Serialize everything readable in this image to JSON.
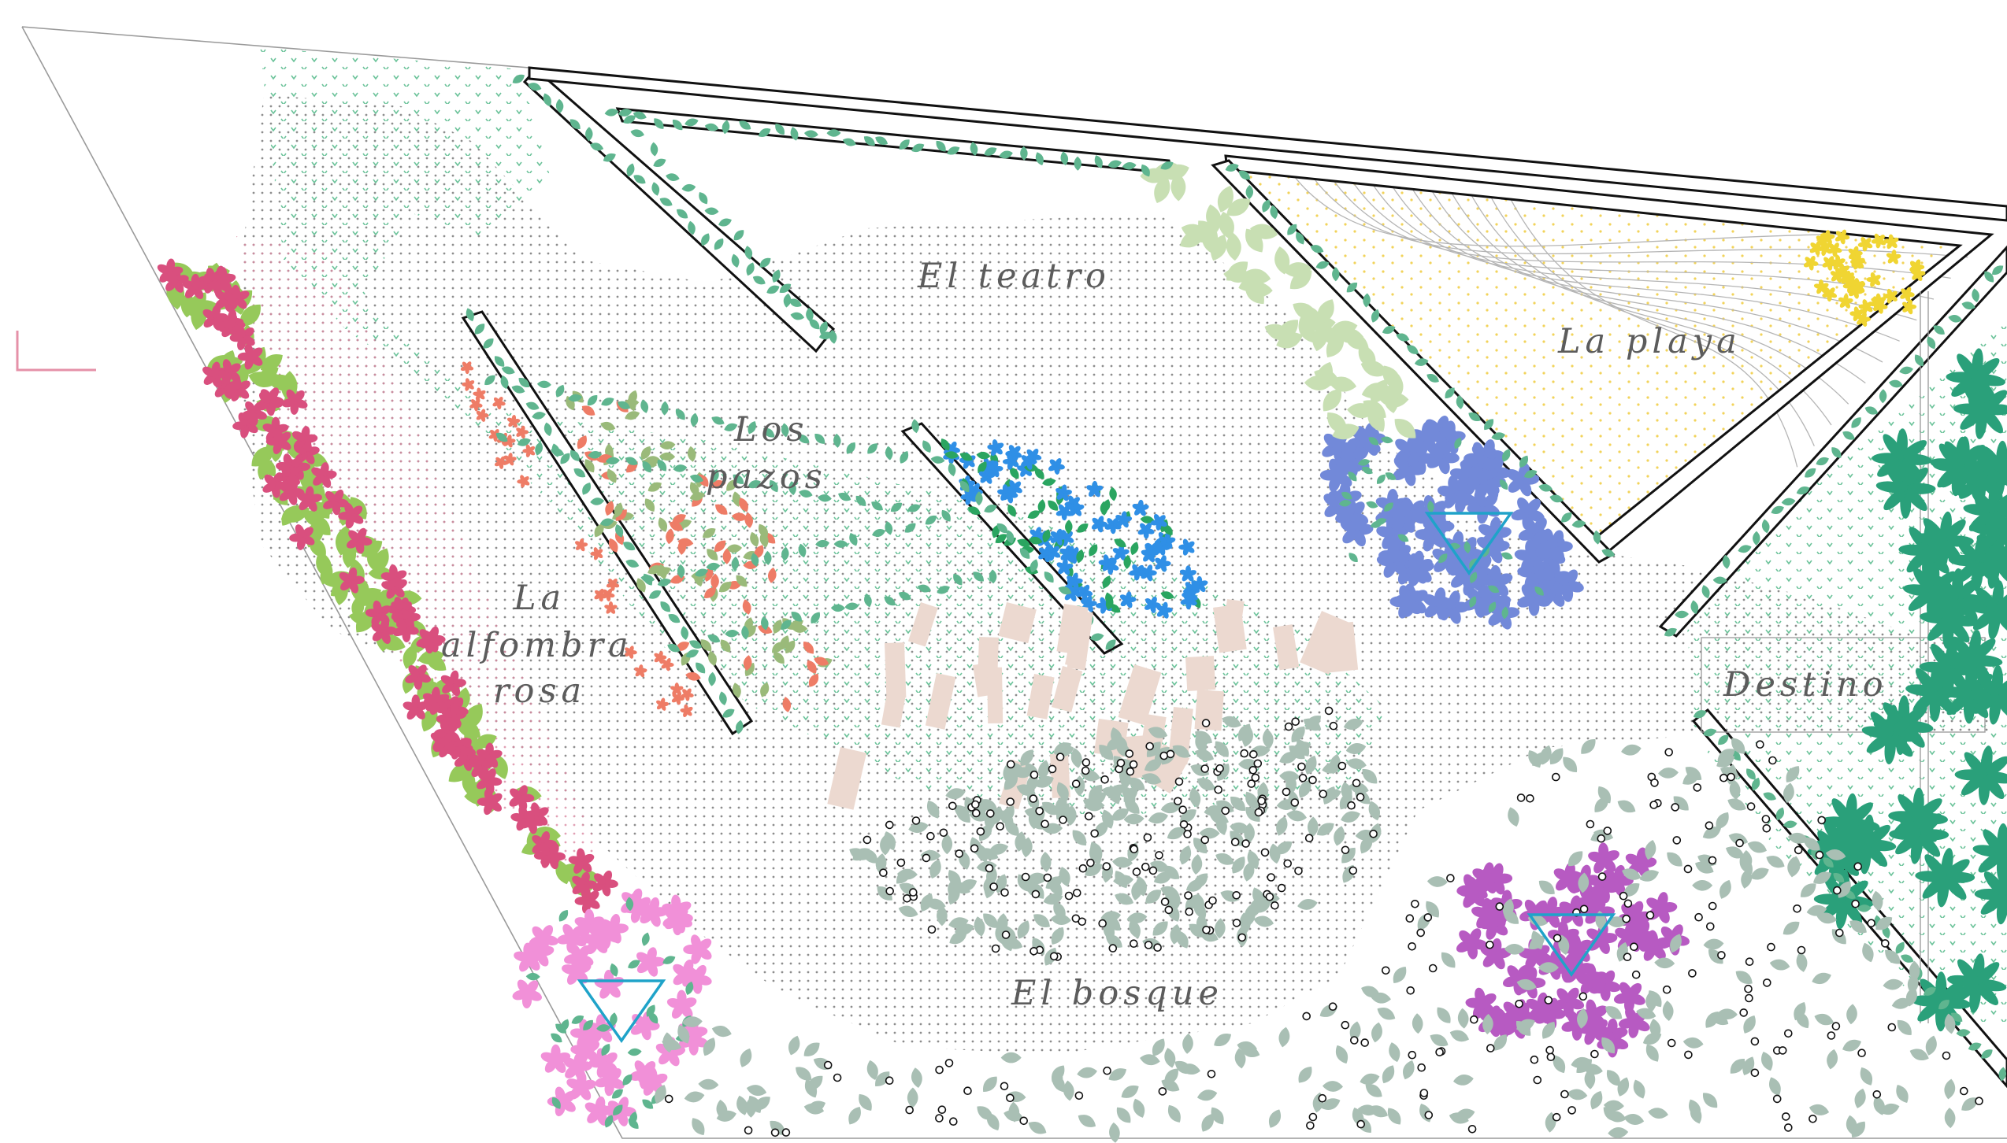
{
  "labels": {
    "teatro": "El teatro",
    "playa": "La playa",
    "pazos_1": "Los",
    "pazos_2": "pazos",
    "alfombra_1": "La",
    "alfombra_2": "alfombra",
    "alfombra_3": "rosa",
    "destino": "Destino",
    "bosque": "El bosque"
  },
  "icons": {
    "corner_mark": "corner-bracket-icon",
    "water_point": "inverted-triangle-icon"
  },
  "colors": {
    "label_text": "#5c5c5c",
    "pink_carpet_plants": "#d94f7e",
    "green_carpet_plants": "#96c95a",
    "mint_hedge": "#5fb58f",
    "salmon_bed": "#ee7c66",
    "sage_bed": "#9aba7a",
    "blue_bed": "#2f8fe6",
    "periwinkle_bed": "#7289d9",
    "pale_green_bed": "#c8dfb3",
    "sand_dots": "#f2d35a",
    "yellow_flowers": "#f0d532",
    "forest_leaves": "#a9bfb4",
    "magenta_flowers": "#b75ac2",
    "light_pink_flowers": "#f190d8",
    "paver_tiles": "#ecd9d0",
    "tropical_plants": "#2aa07a",
    "water_point": "#1fa3c9",
    "wall": "#111111",
    "corner_mark": "#e591a8"
  }
}
